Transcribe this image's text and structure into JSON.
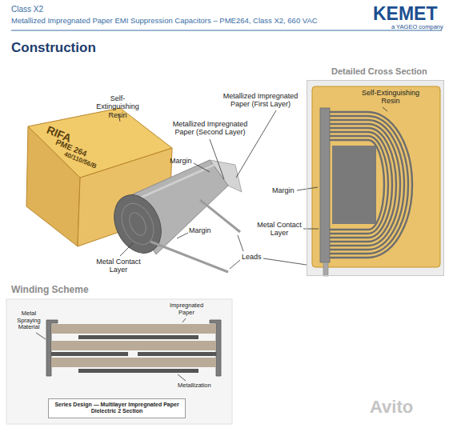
{
  "diagram": {
    "title": "Construction",
    "nodes": [
      {
        "text": [
          "Detailed Cross Section"
        ]
      },
      {
        "text": [
          "Series Design — Multilayer Impregnated Paper Dielectric 2 Section"
        ]
      }
    ],
    "labels": [
      "Class X2",
      "Metallized Impregnated Paper EMI Suppression Capacitors – PME264, Class X2, 660 VAC",
      "KEMET",
      "a YAGEO company",
      "Self-Extinguishing Resin",
      "Metallized Impregnated Paper (First Layer)",
      "Metallized Impregnated Paper (Second Layer)",
      "Margin",
      "RIFA",
      "PME 264",
      "40/110/56/B",
      "Margin",
      "Metal Contact Layer",
      "Leads",
      "Self-Extinguishing Resin",
      "Margin",
      "Metal Contact Layer",
      "Winding Scheme",
      "Metal Spraying Material",
      "Impregnated Paper",
      "Metallization",
      "Avito"
    ]
  }
}
